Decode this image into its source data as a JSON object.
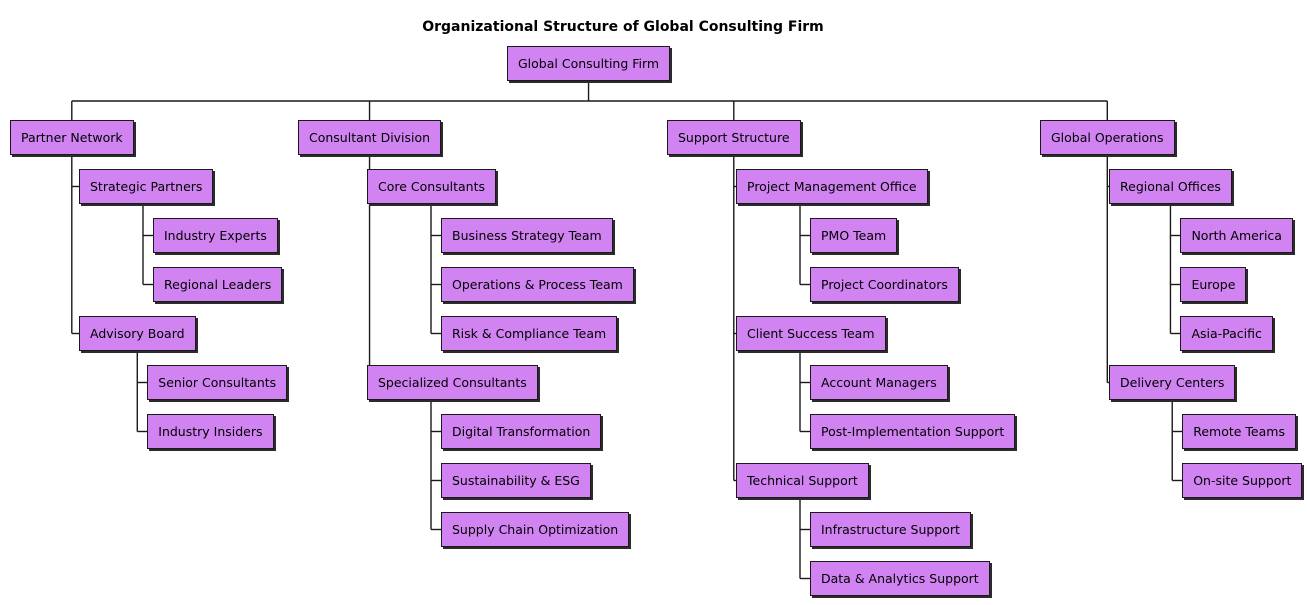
{
  "diagram": {
    "title": "Organizational Structure of Global Consulting Firm",
    "root": {
      "label": "Global Consulting Firm",
      "children": [
        {
          "label": "Partner Network",
          "children": [
            {
              "label": "Strategic Partners",
              "children": [
                {
                  "label": "Industry Experts"
                },
                {
                  "label": "Regional Leaders"
                }
              ]
            },
            {
              "label": "Advisory Board",
              "children": [
                {
                  "label": "Senior Consultants"
                },
                {
                  "label": "Industry Insiders"
                }
              ]
            }
          ]
        },
        {
          "label": "Consultant Division",
          "children": [
            {
              "label": "Core Consultants",
              "children": [
                {
                  "label": "Business Strategy Team"
                },
                {
                  "label": "Operations & Process Team"
                },
                {
                  "label": "Risk & Compliance Team"
                }
              ]
            },
            {
              "label": "Specialized Consultants",
              "children": [
                {
                  "label": "Digital Transformation"
                },
                {
                  "label": "Sustainability & ESG"
                },
                {
                  "label": "Supply Chain Optimization"
                }
              ]
            }
          ]
        },
        {
          "label": "Support Structure",
          "children": [
            {
              "label": "Project Management Office",
              "children": [
                {
                  "label": "PMO Team"
                },
                {
                  "label": "Project Coordinators"
                }
              ]
            },
            {
              "label": "Client Success Team",
              "children": [
                {
                  "label": "Account Managers"
                },
                {
                  "label": "Post-Implementation Support"
                }
              ]
            },
            {
              "label": "Technical Support",
              "children": [
                {
                  "label": "Infrastructure Support"
                },
                {
                  "label": "Data & Analytics Support"
                }
              ]
            }
          ]
        },
        {
          "label": "Global Operations",
          "children": [
            {
              "label": "Regional Offices",
              "children": [
                {
                  "label": "North America"
                },
                {
                  "label": "Europe"
                },
                {
                  "label": "Asia-Pacific"
                }
              ]
            },
            {
              "label": "Delivery Centers",
              "children": [
                {
                  "label": "Remote Teams"
                },
                {
                  "label": "On-site Support"
                }
              ]
            }
          ]
        }
      ]
    },
    "colors": {
      "node_fill": "#d183f2",
      "node_border": "#1a1a1a",
      "connector": "#1a1a1a"
    }
  }
}
